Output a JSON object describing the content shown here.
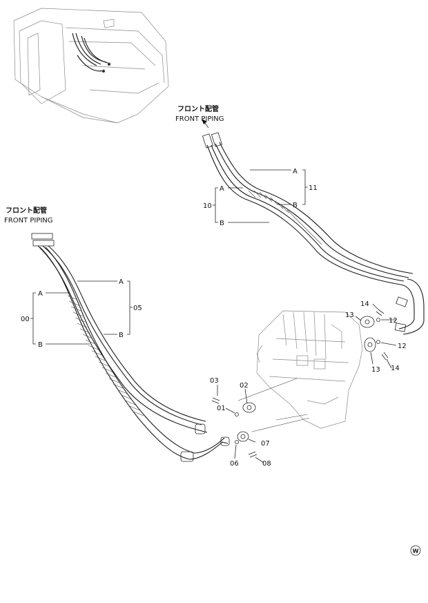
{
  "front_piping": {
    "jp": "フロント配管",
    "en": "FRONT PIPING"
  },
  "part_numbers": {
    "p00": "00",
    "p01": "01",
    "p02": "02",
    "p03": "03",
    "p05": "05",
    "p06": "06",
    "p07": "07",
    "p08": "08",
    "p10": "10",
    "p11": "11",
    "p12": "12",
    "p13": "13",
    "p14": "14"
  },
  "bracket_letters": {
    "a": "A",
    "b": "B"
  },
  "watermark": "W"
}
